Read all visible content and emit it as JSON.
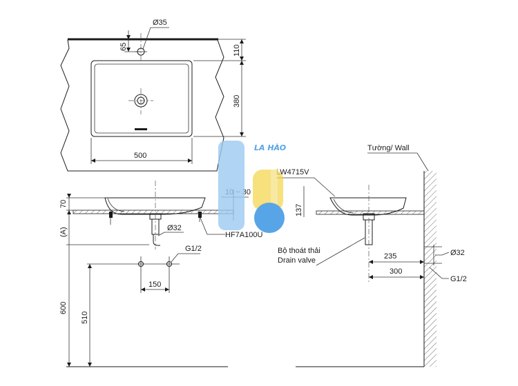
{
  "top_view": {
    "dim_hole_diameter": "Ø35",
    "dim_hole_offset": "65",
    "dim_top_margin": "110",
    "dim_basin_depth": "380",
    "dim_basin_width": "500"
  },
  "front_view": {
    "dim_height": "70",
    "dim_counter_thickness": "10 ~ 30",
    "dim_waste_diameter": "Ø32",
    "dim_supply_thread": "G1/2",
    "dim_supply_spacing": "150",
    "dim_floor_to_counter": "600",
    "dim_floor_to_supply": "510",
    "label_A": "(A)",
    "part_drain": "HF7A100U"
  },
  "side_view": {
    "wall_label": "Tường/ Wall",
    "model": "LW4715V",
    "dim_basin_height": "137",
    "drain_label_vi": "Bộ thoát thải",
    "drain_label_en": "Drain valve",
    "dim_waste_from_wall": "235",
    "dim_supply_from_wall": "300",
    "dim_waste_diameter": "Ø32",
    "dim_supply_thread": "G1/2"
  },
  "watermark": {
    "text": "LA HÀO",
    "colors": {
      "blue": "#2e8fe0",
      "light_blue": "#9ccaf2",
      "yellow": "#f2d54a"
    }
  }
}
